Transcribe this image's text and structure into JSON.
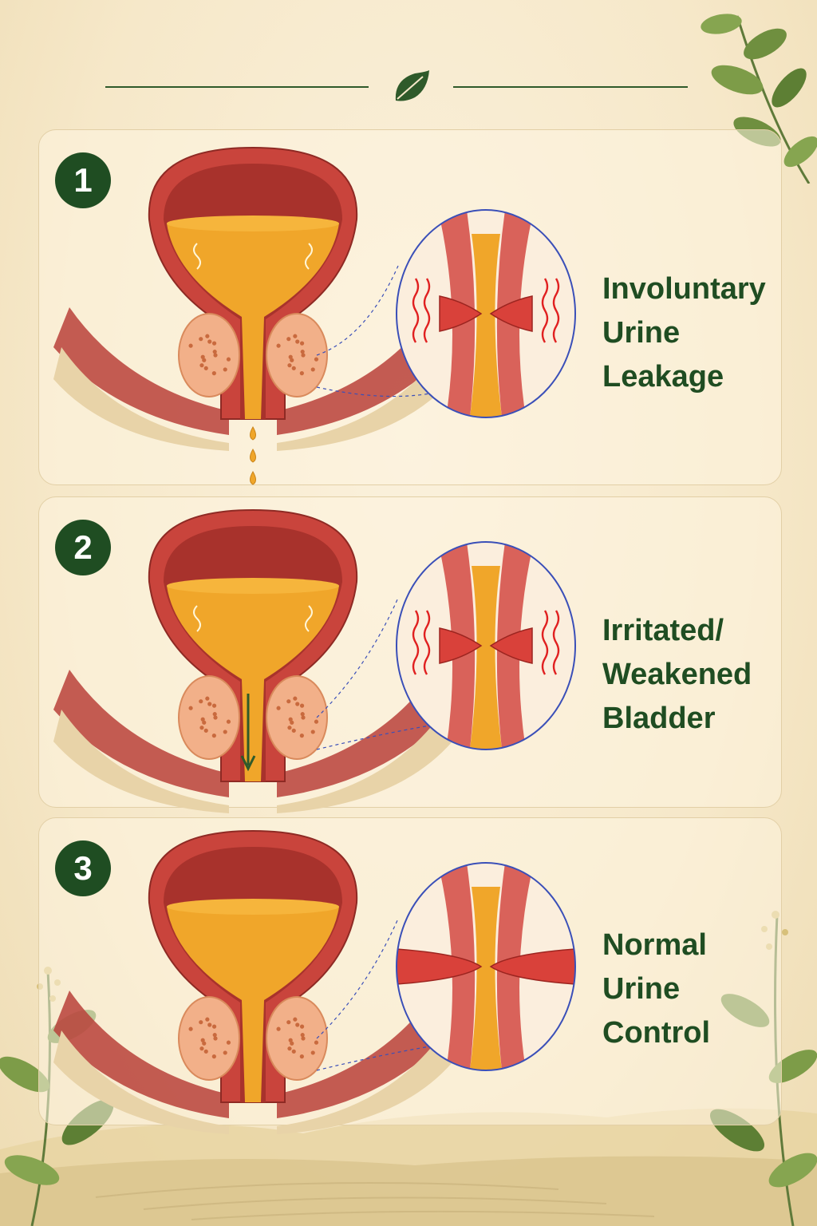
{
  "panels": [
    {
      "number": "1",
      "label_lines": [
        "Involuntary",
        "Urine",
        "Leakage"
      ],
      "state": "leakage"
    },
    {
      "number": "2",
      "label_lines": [
        "Irritated/",
        "Weakened",
        "Bladder"
      ],
      "state": "irritated"
    },
    {
      "number": "3",
      "label_lines": [
        "Normal",
        "Urine",
        "Control"
      ],
      "state": "normal"
    }
  ],
  "icons": {
    "divider": "leaf-icon",
    "corner": "leaves-decoration"
  },
  "colors": {
    "accent_green": "#1f4d22",
    "tissue_red": "#c9443c",
    "urine_amber": "#f0a62a",
    "prostate": "#f2b089",
    "background": "#f6e8c9",
    "irritation_red": "#e02020",
    "callout_blue": "#3a4fb8"
  }
}
